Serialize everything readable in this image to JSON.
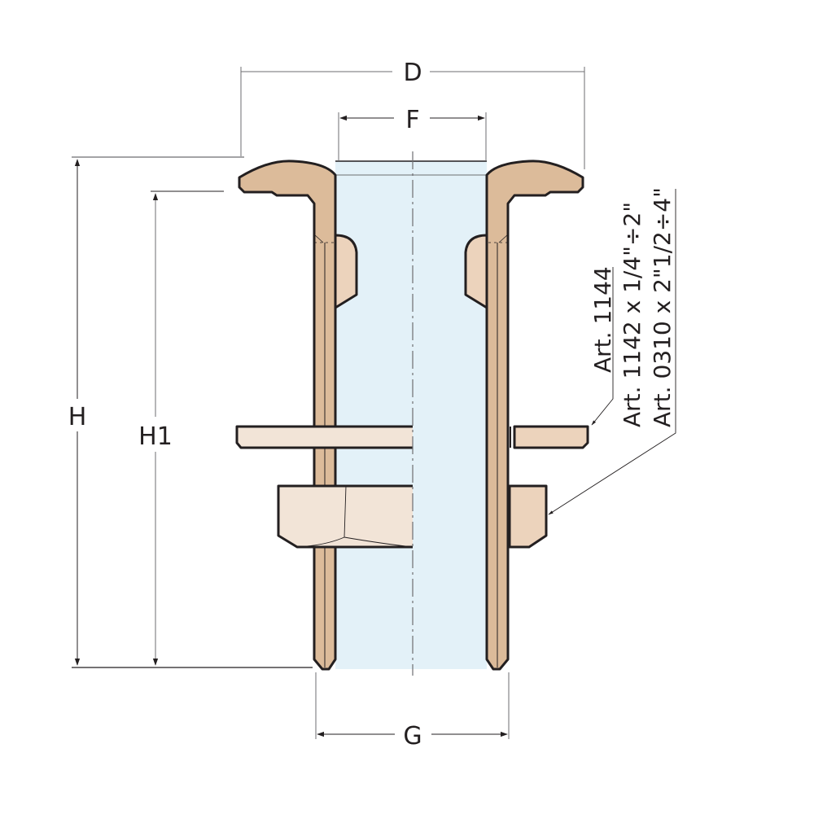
{
  "diagram": {
    "type": "technical-drawing",
    "subject": "through-hull fitting with flange, lock ring and nut (cross-section)",
    "colors": {
      "bronze": "#dcbb9a",
      "bronze_light": "#f2e4d7",
      "bronze_mid": "#ecd3bc",
      "bore": "#e3f1f8",
      "outline": "#231f20",
      "dim_line": "#6d6e71"
    },
    "dimensions": {
      "D": "D",
      "F": "F",
      "G": "G",
      "H": "H",
      "H1": "H1"
    },
    "labels": [
      {
        "id": "art1144",
        "text": "Art. 1144"
      },
      {
        "id": "art1142",
        "text": "Art. 1142 x 1/4\"÷2\""
      },
      {
        "id": "art0310",
        "text": "Art. 0310 x 2\"1/2÷4\""
      }
    ]
  }
}
